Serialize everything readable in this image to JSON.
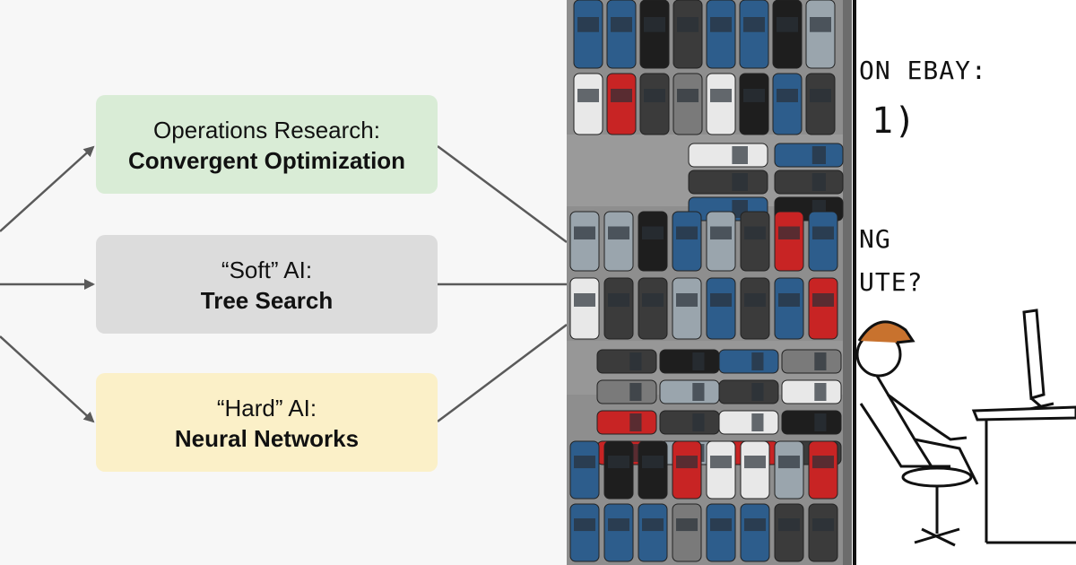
{
  "diagram": {
    "boxes": [
      {
        "line1": "Operations Research:",
        "line2": "Convergent Optimization",
        "color": "#d9ecd6"
      },
      {
        "line1": "“Soft” AI:",
        "line2": "Tree Search",
        "color": "#dcdcdc"
      },
      {
        "line1": "“Hard” AI:",
        "line2": "Neural Networks",
        "color": "#fbf0c8"
      }
    ]
  },
  "photo": {
    "subject": "aerial view of parking lot",
    "car_colors": [
      "#1e1e1e",
      "#3b3b3b",
      "#c82424",
      "#2d5d8c",
      "#e8e8e8",
      "#7a7a7a",
      "#9aa5ad"
    ]
  },
  "comic": {
    "lines": [
      "ON EBAY:",
      "1)",
      "NG",
      "UTE?"
    ]
  }
}
